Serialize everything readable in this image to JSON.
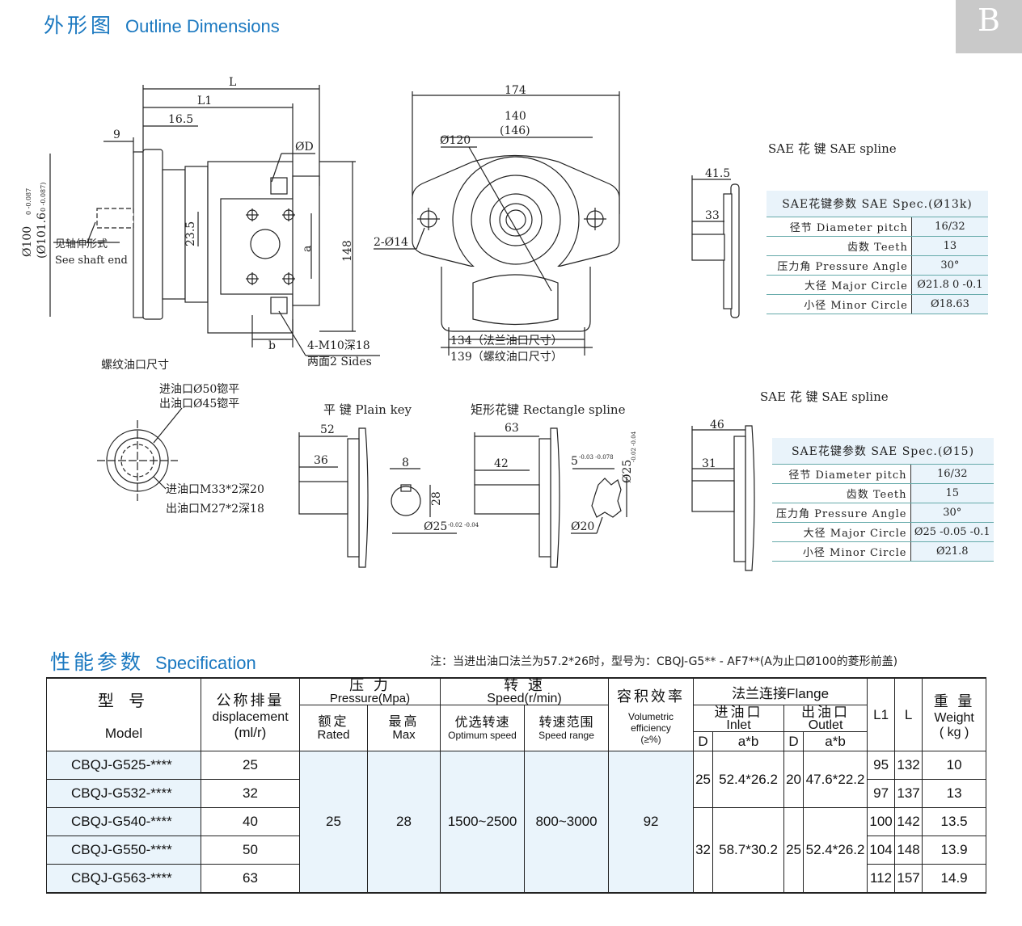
{
  "header": {
    "outline_cn": "外形图",
    "outline_en": "Outline Dimensions",
    "badge": "B",
    "spec_cn": "性能参数",
    "spec_en": "Specification"
  },
  "drawing_labels": {
    "L": "L",
    "L1": "L1",
    "d16_5": "16.5",
    "d9": "9",
    "phiD": "ØD",
    "d23_5": "23.5",
    "a": "a",
    "d148": "148",
    "b": "b",
    "d100": "Ø100",
    "d100_tol": "0 -0.087",
    "d101_6": "(Ø101.6",
    "d101_6_tol": "0 -0.087)",
    "shaft_cn": "见轴伸形式",
    "shaft_en": "See shaft end",
    "m10": "4-M10深18",
    "two_sides": "两面2 Sides",
    "d174": "174",
    "d140": "140",
    "d146": "(146)",
    "d120": "Ø120",
    "d2_14": "2-Ø14",
    "d134": "134（法兰油口尺寸）",
    "d139": "139（螺纹油口尺寸）",
    "thread_port": "螺纹油口尺寸",
    "in_flat": "进油口Ø50锪平",
    "out_flat": "出油口Ø45锪平",
    "in_thread": "进油口M33*2深20",
    "out_thread": "出油口M27*2深18",
    "plain_key": "平 键  Plain key",
    "pk52": "52",
    "pk36": "36",
    "pk8": "8",
    "pk28": "28",
    "pk25": "Ø25",
    "pk25_tol": "-0.02 -0.04",
    "rect_spline": "矩形花键  Rectangle spline",
    "rs63": "63",
    "rs42": "42",
    "rs5": "5",
    "rs5_tol": "-0.03 -0.078",
    "rs25": "Ø25",
    "rs25_tol": "-0.02 -0.04",
    "rs20": "Ø20",
    "sae1_title": "SAE 花 键  SAE spline",
    "sae1_41_5": "41.5",
    "sae1_33": "33",
    "sae2_title": "SAE 花 键  SAE spline",
    "sae2_46": "46",
    "sae2_31": "31"
  },
  "sae_spec_1": {
    "title": "SAE花键参数 SAE Spec.(Ø13k)",
    "rows": [
      {
        "label": "径节 Diameter pitch",
        "value": "16/32"
      },
      {
        "label": "齿数 Teeth",
        "value": "13"
      },
      {
        "label": "压力角 Pressure Angle",
        "value": "30°"
      },
      {
        "label": "大径 Major Circle",
        "value": "Ø21.8 0 -0.1"
      },
      {
        "label": "小径 Minor Circle",
        "value": "Ø18.63"
      }
    ]
  },
  "sae_spec_2": {
    "title": "SAE花键参数 SAE Spec.(Ø15)",
    "rows": [
      {
        "label": "径节 Diameter pitch",
        "value": "16/32"
      },
      {
        "label": "齿数 Teeth",
        "value": "15"
      },
      {
        "label": "压力角 Pressure Angle",
        "value": "30°"
      },
      {
        "label": "大径 Major Circle",
        "value": "Ø25 -0.05 -0.1"
      },
      {
        "label": "小径 Minor Circle",
        "value": "Ø21.8"
      }
    ]
  },
  "note": "注：当进出油口法兰为57.2*26时，型号为：CBQJ-G5** - AF7**(A为止口Ø100的菱形前盖)",
  "table": {
    "h_model_cn": "型 号",
    "h_model_en": "Model",
    "h_disp_cn": "公称排量",
    "h_disp_en": "displacement",
    "h_disp_unit": "(ml/r)",
    "h_press_cn": "压 力",
    "h_press_en": "Pressure(Mpa)",
    "h_rated_cn": "额定",
    "h_rated_en": "Rated",
    "h_max_cn": "最高",
    "h_max_en": "Max",
    "h_speed_cn": "转 速",
    "h_speed_en": "Speed(r/min)",
    "h_opt_cn": "优选转速",
    "h_opt_en": "Optimum speed",
    "h_range_cn": "转速范围",
    "h_range_en": "Speed range",
    "h_eff_cn": "容积效率",
    "h_eff_en": "Volumetric efficiency",
    "h_eff_unit": "(≥%)",
    "h_flange": "法兰连接Flange",
    "h_inlet_cn": "进油口",
    "h_inlet_en": "Inlet",
    "h_outlet_cn": "出油口",
    "h_outlet_en": "Outlet",
    "h_D": "D",
    "h_ab": "a*b",
    "h_L1": "L1",
    "h_L": "L",
    "h_weight_cn": "重 量",
    "h_weight_en": "Weight",
    "h_weight_unit": "( kg )",
    "rated": "25",
    "max": "28",
    "optimum": "1500~2500",
    "range": "800~3000",
    "efficiency": "92",
    "flange_groups": [
      {
        "in_D": "25",
        "in_ab": "52.4*26.2",
        "out_D": "20",
        "out_ab": "47.6*22.2"
      },
      {
        "in_D": "32",
        "in_ab": "58.7*30.2",
        "out_D": "25",
        "out_ab": "52.4*26.2"
      }
    ],
    "rows": [
      {
        "model": "CBQJ-G525-****",
        "disp": "25",
        "L1": "95",
        "L": "132",
        "weight": "10"
      },
      {
        "model": "CBQJ-G532-****",
        "disp": "32",
        "L1": "97",
        "L": "137",
        "weight": "13"
      },
      {
        "model": "CBQJ-G540-****",
        "disp": "40",
        "L1": "100",
        "L": "142",
        "weight": "13.5"
      },
      {
        "model": "CBQJ-G550-****",
        "disp": "50",
        "L1": "104",
        "L": "148",
        "weight": "13.9"
      },
      {
        "model": "CBQJ-G563-****",
        "disp": "63",
        "L1": "112",
        "L": "157",
        "weight": "14.9"
      }
    ]
  }
}
